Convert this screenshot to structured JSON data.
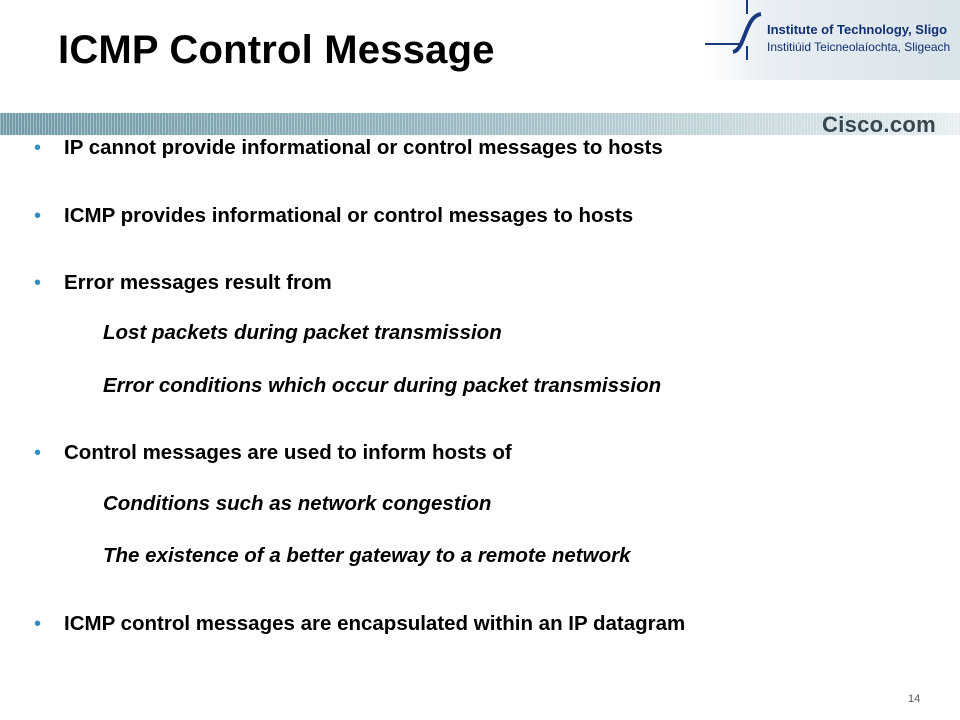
{
  "slide": {
    "title": "ICMP Control Message",
    "logo": {
      "line1": "Institute of Technology, Sligo",
      "line2": "Institiúid Teicneolaíochta, Sligeach"
    },
    "brand": "Cisco.com",
    "accent_color": "#2f8fc0",
    "band_color": "#7fa4ae",
    "page_number": "14",
    "bullets": [
      {
        "text": "IP cannot provide informational or control messages to hosts"
      },
      {
        "text": "ICMP provides informational or control messages to hosts"
      },
      {
        "text": "Error messages result from",
        "subitems": [
          "Lost packets during packet transmission",
          "Error conditions which occur during packet transmission"
        ]
      },
      {
        "text": "Control messages are used to inform hosts of",
        "subitems": [
          "Conditions such as network congestion",
          "The existence of a better gateway to a remote network"
        ]
      },
      {
        "text": "ICMP control messages are encapsulated within an IP datagram"
      }
    ]
  }
}
